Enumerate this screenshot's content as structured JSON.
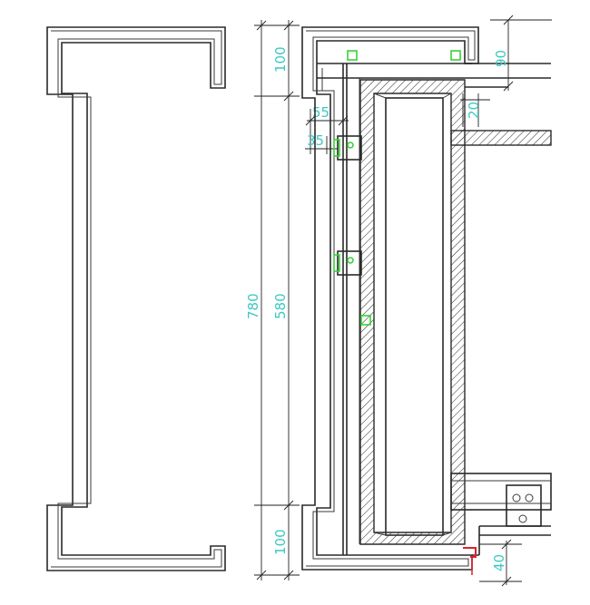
{
  "dimensions": {
    "top_flange": "100",
    "bottom_flange": "100",
    "overall_height": "780",
    "web_height": "580",
    "clip_offset": "55",
    "clip_depth": "35",
    "right_top": "90",
    "right_small": "20",
    "bottom_right": "40"
  },
  "colors": {
    "dimension_text": "#3cc8c0",
    "anchor_green": "#3ad03a",
    "accent_red": "#e0202a",
    "linework": "#2a2a2a"
  }
}
